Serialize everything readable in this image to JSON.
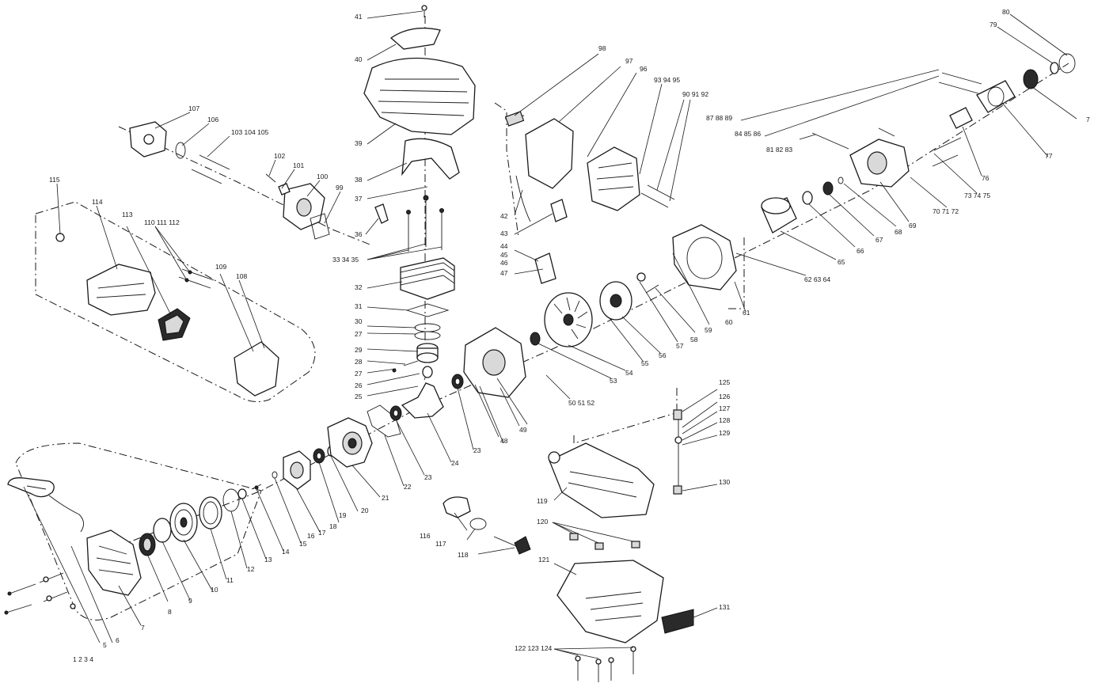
{
  "diagram": {
    "labels": [
      {
        "id": "1",
        "text": "1 2 3 4"
      },
      {
        "id": "5",
        "text": "5"
      },
      {
        "id": "6",
        "text": "6"
      },
      {
        "id": "7a",
        "text": "7"
      },
      {
        "id": "7b",
        "text": "7"
      },
      {
        "id": "8",
        "text": "8"
      },
      {
        "id": "9",
        "text": "9"
      },
      {
        "id": "10",
        "text": "10"
      },
      {
        "id": "11",
        "text": "11"
      },
      {
        "id": "12",
        "text": "12"
      },
      {
        "id": "13",
        "text": "13"
      },
      {
        "id": "14",
        "text": "14"
      },
      {
        "id": "15",
        "text": "15"
      },
      {
        "id": "16",
        "text": "16"
      },
      {
        "id": "17",
        "text": "17"
      },
      {
        "id": "18",
        "text": "18"
      },
      {
        "id": "19",
        "text": "19"
      },
      {
        "id": "20",
        "text": "20"
      },
      {
        "id": "21",
        "text": "21"
      },
      {
        "id": "22",
        "text": "22"
      },
      {
        "id": "23a",
        "text": "23"
      },
      {
        "id": "23b",
        "text": "23"
      },
      {
        "id": "24",
        "text": "24"
      },
      {
        "id": "25",
        "text": "25"
      },
      {
        "id": "26",
        "text": "26"
      },
      {
        "id": "27a",
        "text": "27"
      },
      {
        "id": "27b",
        "text": "27"
      },
      {
        "id": "28",
        "text": "28"
      },
      {
        "id": "29",
        "text": "29"
      },
      {
        "id": "30",
        "text": "30"
      },
      {
        "id": "31",
        "text": "31"
      },
      {
        "id": "32",
        "text": "32"
      },
      {
        "id": "33",
        "text": "33 34 35"
      },
      {
        "id": "36",
        "text": "36"
      },
      {
        "id": "37",
        "text": "37"
      },
      {
        "id": "38",
        "text": "38"
      },
      {
        "id": "39",
        "text": "39"
      },
      {
        "id": "40",
        "text": "40"
      },
      {
        "id": "41",
        "text": "41"
      },
      {
        "id": "42",
        "text": "42"
      },
      {
        "id": "43",
        "text": "43"
      },
      {
        "id": "44",
        "text": "44"
      },
      {
        "id": "45",
        "text": "45"
      },
      {
        "id": "46",
        "text": "46"
      },
      {
        "id": "47",
        "text": "47"
      },
      {
        "id": "48",
        "text": "48"
      },
      {
        "id": "49",
        "text": "49"
      },
      {
        "id": "50",
        "text": "50 51 52"
      },
      {
        "id": "53",
        "text": "53"
      },
      {
        "id": "54",
        "text": "54"
      },
      {
        "id": "55",
        "text": "55"
      },
      {
        "id": "56",
        "text": "56"
      },
      {
        "id": "57",
        "text": "57"
      },
      {
        "id": "58",
        "text": "58"
      },
      {
        "id": "59",
        "text": "59"
      },
      {
        "id": "60",
        "text": "60"
      },
      {
        "id": "61",
        "text": "61"
      },
      {
        "id": "62",
        "text": "62 63 64"
      },
      {
        "id": "65",
        "text": "65"
      },
      {
        "id": "66",
        "text": "66"
      },
      {
        "id": "67",
        "text": "67"
      },
      {
        "id": "68",
        "text": "68"
      },
      {
        "id": "69",
        "text": "69"
      },
      {
        "id": "70",
        "text": "70 71 72"
      },
      {
        "id": "73",
        "text": "73 74 75"
      },
      {
        "id": "76",
        "text": "76"
      },
      {
        "id": "77",
        "text": "77"
      },
      {
        "id": "79",
        "text": "79"
      },
      {
        "id": "80",
        "text": "80"
      },
      {
        "id": "81",
        "text": "81 82 83"
      },
      {
        "id": "84",
        "text": "84 85 86"
      },
      {
        "id": "87",
        "text": "87 88 89"
      },
      {
        "id": "90",
        "text": "90 91 92"
      },
      {
        "id": "93",
        "text": "93 94 95"
      },
      {
        "id": "96",
        "text": "96"
      },
      {
        "id": "97",
        "text": "97"
      },
      {
        "id": "98",
        "text": "98"
      },
      {
        "id": "99",
        "text": "99"
      },
      {
        "id": "100",
        "text": "100"
      },
      {
        "id": "101",
        "text": "101"
      },
      {
        "id": "102",
        "text": "102"
      },
      {
        "id": "103",
        "text": "103 104 105"
      },
      {
        "id": "106",
        "text": "106"
      },
      {
        "id": "107",
        "text": "107"
      },
      {
        "id": "108",
        "text": "108"
      },
      {
        "id": "109",
        "text": "109"
      },
      {
        "id": "110",
        "text": "110 111 112"
      },
      {
        "id": "113",
        "text": "113"
      },
      {
        "id": "114",
        "text": "114"
      },
      {
        "id": "115",
        "text": "115"
      },
      {
        "id": "116",
        "text": "116"
      },
      {
        "id": "117",
        "text": "117"
      },
      {
        "id": "118",
        "text": "118"
      },
      {
        "id": "119",
        "text": "119"
      },
      {
        "id": "120",
        "text": "120"
      },
      {
        "id": "121",
        "text": "121"
      },
      {
        "id": "122",
        "text": "122 123 124"
      },
      {
        "id": "125",
        "text": "125"
      },
      {
        "id": "126",
        "text": "126"
      },
      {
        "id": "127",
        "text": "127"
      },
      {
        "id": "128",
        "text": "128"
      },
      {
        "id": "129",
        "text": "129"
      },
      {
        "id": "130",
        "text": "130"
      },
      {
        "id": "131",
        "text": "131"
      }
    ]
  }
}
